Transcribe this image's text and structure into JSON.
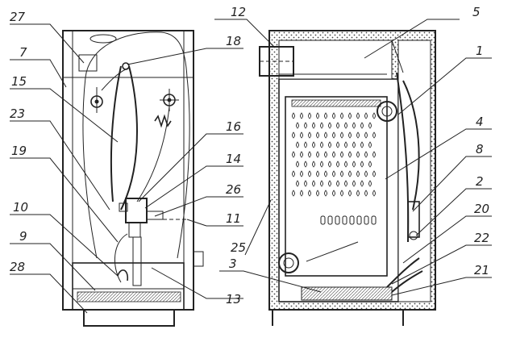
{
  "labels": {
    "l27": "27",
    "l7": "7",
    "l15": "15",
    "l23": "23",
    "l19": "19",
    "l10": "10",
    "l9": "9",
    "l28": "28",
    "l18": "18",
    "l16": "16",
    "l14": "14",
    "l26": "26",
    "l11": "11",
    "l25": "25",
    "l13": "13",
    "l12": "12",
    "l5": "5",
    "l1": "1",
    "l4": "4",
    "l8": "8",
    "l2": "2",
    "l20": "20",
    "l22": "22",
    "l3": "3",
    "l21": "21"
  },
  "colors": {
    "ink": "#222222",
    "insulation": "#555555",
    "background": "#ffffff"
  }
}
